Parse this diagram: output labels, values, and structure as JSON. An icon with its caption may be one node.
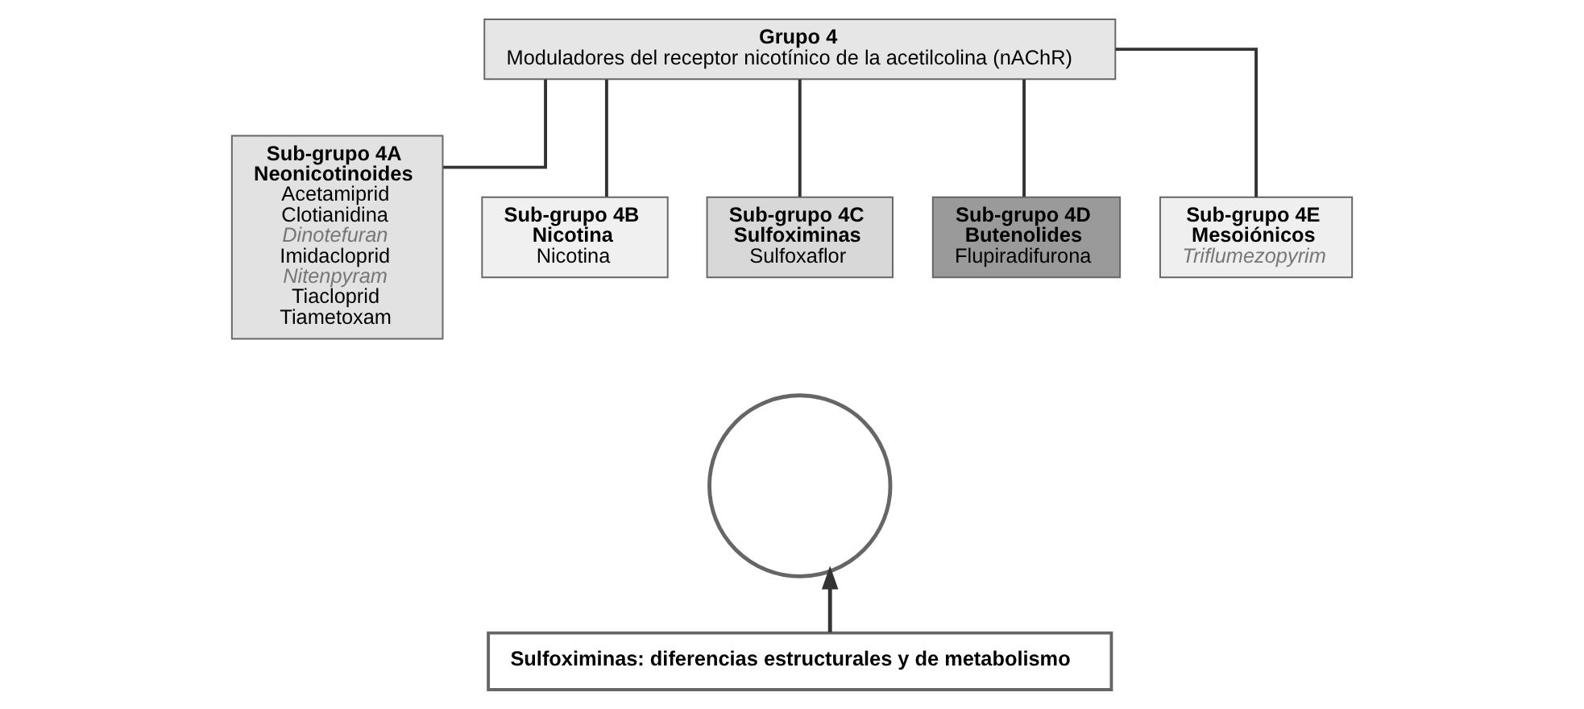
{
  "diagram": {
    "nodes": [
      {
        "text": [
          "Grupo 4",
          "Moduladores del receptor nicotínico de la acetilcolina (nAChR)"
        ]
      },
      {
        "text": [
          "Sub-grupo 4A",
          "Neonicotinoides",
          "Acetamiprid",
          "Clotianidina",
          "*Dinotefuran*",
          "Imidacloprid",
          "*Nitenpyram*",
          "Tiacloprid",
          "Tiametoxam"
        ]
      },
      {
        "text": [
          "Sub-grupo 4B",
          "Nicotina",
          "Nicotina"
        ]
      },
      {
        "text": [
          "Sub-grupo 4C",
          "Sulfoximinas",
          "Sulfoxaflor"
        ]
      },
      {
        "text": [
          "Sub-grupo 4D",
          "Butenolides",
          "Flupiradifurona"
        ]
      },
      {
        "text": [
          "Sub-grupo 4E",
          "Mesoiónicos",
          "*Triflumezopyrim*"
        ]
      },
      {
        "text": [],
        "shape": "circle"
      },
      {
        "text": [
          "Sulfoximinas: diferencias estructurales y de metabolismo"
        ]
      }
    ],
    "edges": [
      {
        "from": 0,
        "to": 1,
        "arrow": "none"
      },
      {
        "from": 0,
        "to": 2,
        "arrow": "none"
      },
      {
        "from": 0,
        "to": 3,
        "arrow": "none"
      },
      {
        "from": 0,
        "to": 4,
        "arrow": "none"
      },
      {
        "from": 0,
        "to": 5,
        "arrow": "none"
      },
      {
        "from": 7,
        "to": 6,
        "arrow": "to"
      }
    ]
  }
}
